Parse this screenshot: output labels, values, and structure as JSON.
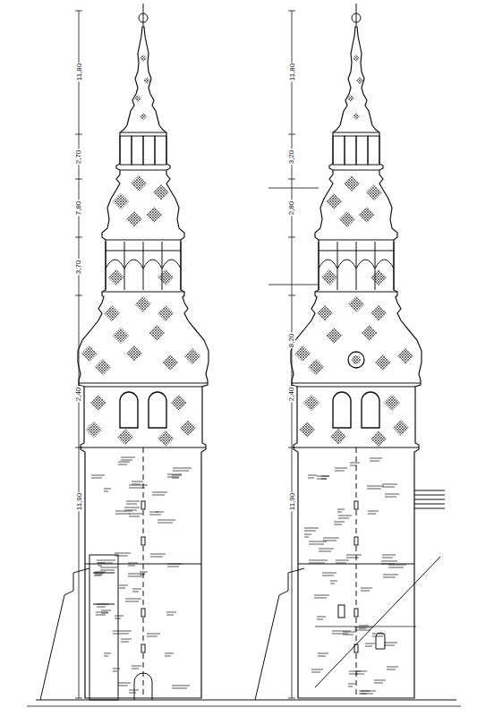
{
  "diagram": {
    "labels": [
      "11,80",
      "2,70",
      "7,80",
      "3,70",
      "2,40",
      "11,90",
      "11,80",
      "3,20",
      "2,80",
      "8,20",
      "2,40",
      "11,90"
    ]
  }
}
